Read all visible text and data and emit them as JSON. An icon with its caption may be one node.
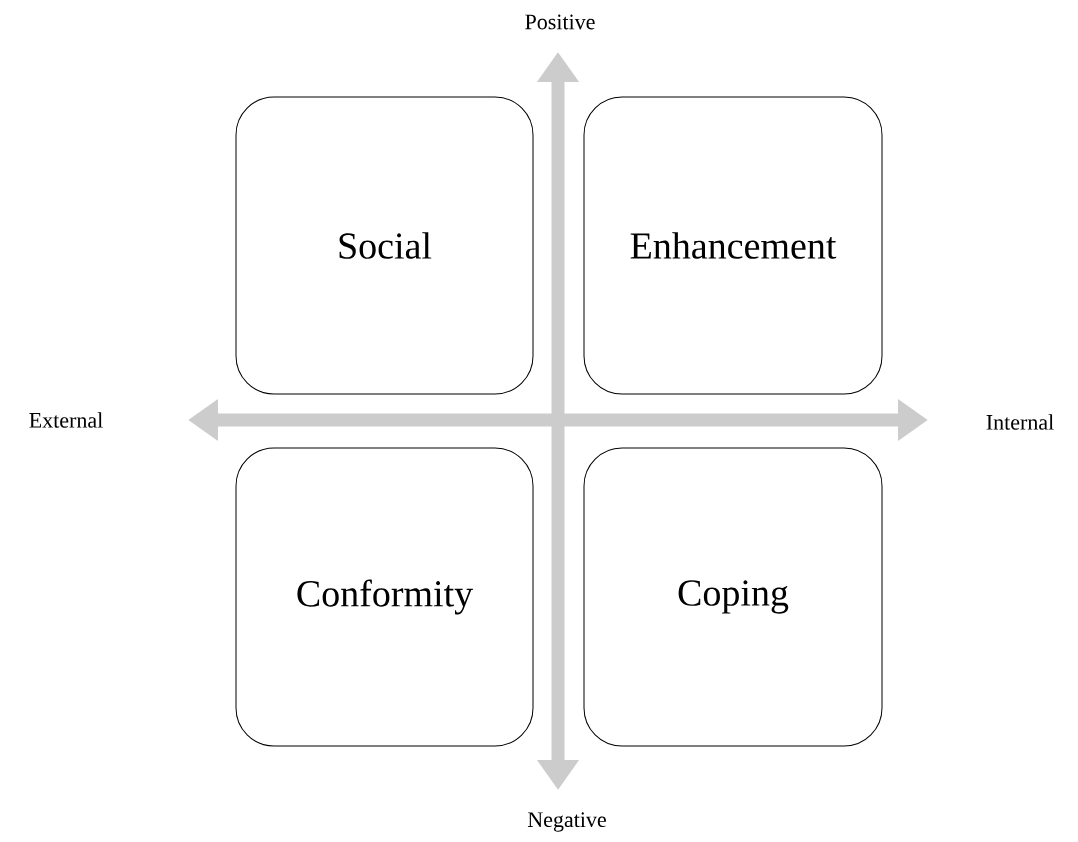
{
  "diagram": {
    "nodes": [
      {
        "text": [
          "Social"
        ]
      },
      {
        "text": [
          "Enhancement"
        ]
      },
      {
        "text": [
          "Conformity"
        ]
      },
      {
        "text": [
          "Coping"
        ]
      }
    ],
    "labels": [
      "Positive",
      "External",
      "Internal",
      "Negative"
    ]
  }
}
